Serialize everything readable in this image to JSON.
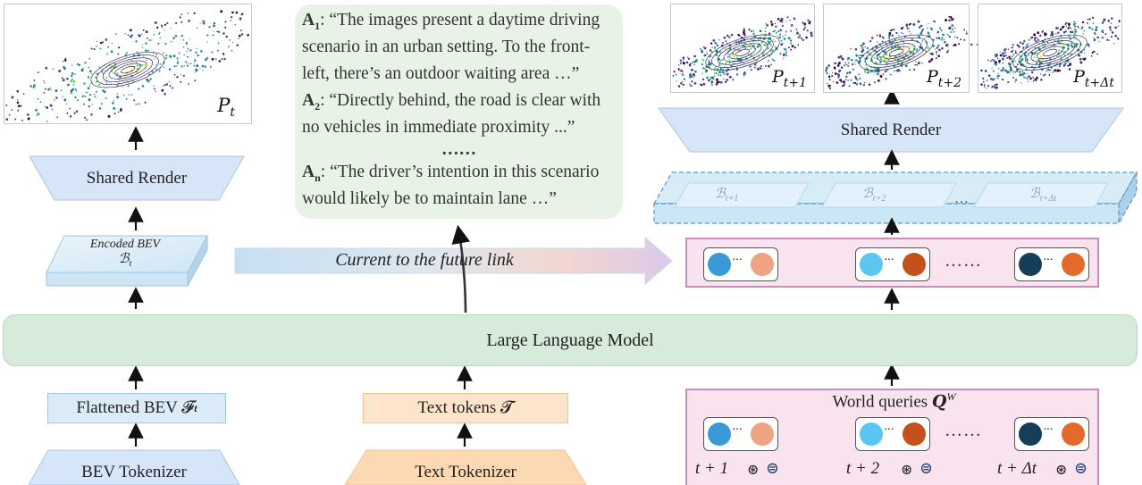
{
  "left": {
    "p_label": "P",
    "p_sub": "t",
    "shared_render": "Shared Render",
    "encoded_bev_line1": "Encoded BEV",
    "encoded_bev_line2": "ℬ",
    "encoded_bev_sub": "t",
    "flattened_bev": "Flattened BEV 𝓕",
    "flattened_bev_sub": "t",
    "bev_tokenizer": "BEV Tokenizer"
  },
  "middle": {
    "qa": [
      {
        "tag": "A",
        "sub": "1",
        "line1": ": “The images present a daytime driving",
        "line2": "scenario in an urban setting. To the front-",
        "line3": "left, there’s an outdoor waiting area …”"
      },
      {
        "tag": "A",
        "sub": "2",
        "line1": ": “Directly behind, the road is clear with",
        "line2": "no vehicles in immediate proximity ...”"
      },
      {
        "tag": "A",
        "sub": "n",
        "line1": ": “The driver’s intention in this scenario",
        "line2": "would likely be to maintain lane …”"
      }
    ],
    "qa_ellipsis": "……",
    "link_label": "Current to the future link",
    "text_tokens": "Text tokens 𝓣",
    "text_tokenizer": "Text Tokenizer"
  },
  "llm_label": "Large Language Model",
  "right": {
    "frames": [
      {
        "p": "P",
        "sub": "t+1"
      },
      {
        "p": "P",
        "sub": "t+2"
      },
      {
        "p": "P",
        "sub": "t+Δt"
      }
    ],
    "frames_ellipsis": "…",
    "shared_render": "Shared Render",
    "future_bev": [
      {
        "b": "ℬ",
        "sub": "t+1"
      },
      {
        "b": "ℬ",
        "sub": "t+2"
      },
      {
        "b": "ℬ",
        "sub": "t+Δt"
      }
    ],
    "future_bev_ellipsis": "…",
    "pairs_ellipsis": "……",
    "world_queries": "World queries ",
    "world_queries_symbol": "𝑸",
    "world_queries_sup": "W",
    "time_labels": [
      "t + 1",
      "t + 2",
      "t + Δt"
    ]
  },
  "colors": {
    "llm": "#d6ebd9",
    "render": "#d5e5f8",
    "bev": "#dbecf8",
    "text_token": "#fde5cc",
    "query_box": "#f8e3ef",
    "qa_box": "#e8f2e6",
    "dot_light_blue": "#5bc6ef",
    "dot_blue": "#3a9ad9",
    "dot_peach": "#eea383",
    "dot_orange": "#e26a2c",
    "dot_rust": "#c4501d",
    "dot_navy": "#153e59"
  }
}
